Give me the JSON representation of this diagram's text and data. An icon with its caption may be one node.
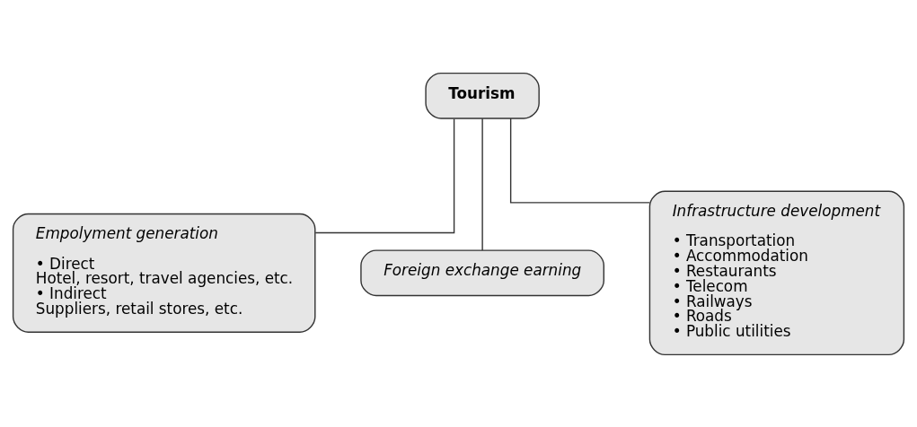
{
  "diagram": {
    "nodes": [
      {
        "text": [
          "Tourism"
        ]
      },
      {
        "text": [
          "Empolyment generation",
          "• Direct",
          "Hotel, resort, travel agencies, etc.",
          "• Indirect",
          "Suppliers, retail stores, etc."
        ]
      },
      {
        "text": [
          "Foreign exchange earning"
        ]
      },
      {
        "text": [
          "Infrastructure development",
          "• Transportation",
          "• Accommodation",
          "• Restaurants",
          "• Telecom",
          "• Railways",
          "• Roads",
          "• Public utilities"
        ]
      }
    ],
    "edges": [
      {
        "from": 0,
        "to": 1,
        "arrow": "none"
      },
      {
        "from": 0,
        "to": 2,
        "arrow": "none"
      },
      {
        "from": 0,
        "to": 3,
        "arrow": "none"
      }
    ]
  }
}
